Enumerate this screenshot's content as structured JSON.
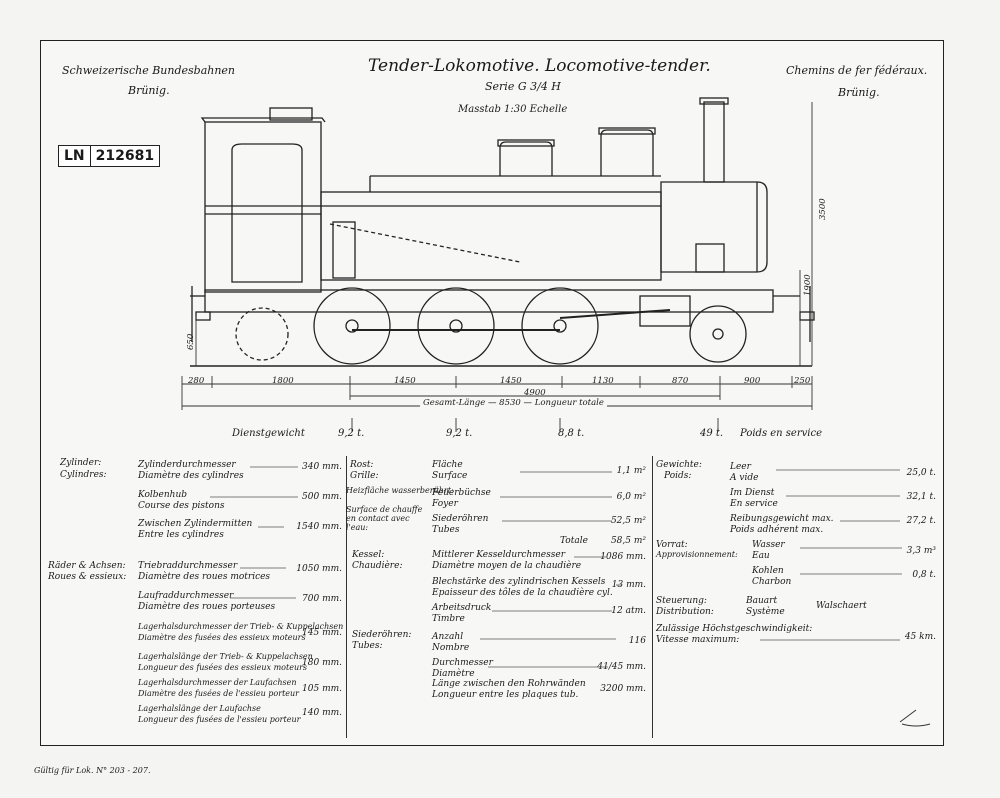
{
  "header": {
    "left_line1": "Schweizerische Bundesbahnen",
    "left_line2": "Brünig.",
    "title": "Tender-Lokomotive. Locomotive-tender.",
    "serie": "Serie G 3/4 H",
    "scale": "Masstab 1:30 Echelle",
    "right_line1": "Chemins de fer fédéraux.",
    "right_line2": "Brünig."
  },
  "stamp": {
    "prefix": "LN",
    "number": "212681"
  },
  "dimensions": {
    "vertical_3500": "3500",
    "vertical_1900": "1900",
    "vertical_650": "650",
    "bottom_segments": [
      "280",
      "1800",
      "1450",
      "1450",
      "1130",
      "870",
      "900",
      "250"
    ],
    "sum_4900": "4900",
    "total_length": "Gesamt-Länge — 8530 — Longueur totale"
  },
  "weights_row": {
    "left_label": "Dienstgewicht",
    "right_label": "Poids en service",
    "values": [
      "9,2 t.",
      "9,2 t.",
      "8,8 t.",
      "49 t."
    ]
  },
  "col1": {
    "cyl_head_de": "Zylinder:",
    "cyl_head_fr": "Cylindres:",
    "rows": [
      {
        "de": "Zylinderdurchmesser",
        "fr": "Diamètre des cylindres",
        "value": "340 mm."
      },
      {
        "de": "Kolbenhub",
        "fr": "Course des pistons",
        "value": "500 mm."
      },
      {
        "de": "Zwischen Zylindermitten",
        "fr": "Entre les cylindres",
        "value": "1540 mm."
      }
    ],
    "wheel_head_de": "Räder & Achsen:",
    "wheel_head_fr": "Roues & essieux:",
    "wheel_rows": [
      {
        "de": "Triebraddurchmesser",
        "fr": "Diamètre des roues motrices",
        "value": "1050 mm."
      },
      {
        "de": "Laufraddurchmesser",
        "fr": "Diamètre des roues porteuses",
        "value": "700 mm."
      },
      {
        "de": "Lagerhalsdurchmesser der Trieb- & Kuppelachsen",
        "fr": "Diamètre des fusées des essieux moteurs",
        "value": "145 mm."
      },
      {
        "de": "Lagerhalslänge der Trieb- & Kuppelachsen",
        "fr": "Longueur des fusées des essieux moteurs",
        "value": "180 mm."
      },
      {
        "de": "Lagerhalsdurchmesser der Laufachsen",
        "fr": "Diamètre des fusées de l'essieu porteur",
        "value": "105 mm."
      },
      {
        "de": "Lagerhalslänge der Laufachse",
        "fr": "Longueur des fusées de l'essieu porteur",
        "value": "140 mm."
      }
    ]
  },
  "col2": {
    "rost_de": "Rost:",
    "rost_fr": "Grille:",
    "rost_rows": [
      {
        "de": "Fläche",
        "fr": "Surface",
        "value": "1,1 m²"
      }
    ],
    "heiz_de": "Heizfläche wasserberührt:",
    "heiz_fr": "Surface de chauffe en contact avec l'eau:",
    "heiz_rows": [
      {
        "de": "Feuerbüchse",
        "fr": "Foyer",
        "value": "6,0 m²"
      },
      {
        "de": "Siederöhren",
        "fr": "Tubes",
        "value": "52,5 m²"
      },
      {
        "de": "",
        "fr": "Totale",
        "value": "58,5 m²"
      }
    ],
    "kessel_de": "Kessel:",
    "kessel_fr": "Chaudière:",
    "kessel_rows": [
      {
        "de": "Mittlerer Kesseldurchmesser",
        "fr": "Diamètre moyen de la chaudière",
        "value": "1086 mm."
      },
      {
        "de": "Blechstärke des zylindrischen Kessels",
        "fr": "Epaisseur des tôles de la chaudière cyl.",
        "value": "13 mm."
      },
      {
        "de": "Arbeitsdruck",
        "fr": "Timbre",
        "value": "12 atm."
      }
    ],
    "sieder_de": "Siederöhren:",
    "sieder_fr": "Tubes:",
    "sieder_rows": [
      {
        "de": "Anzahl",
        "fr": "Nombre",
        "value": "116"
      },
      {
        "de": "Durchmesser",
        "fr": "Diamètre",
        "value": "41/45 mm."
      },
      {
        "de": "Länge zwischen den Rohrwänden",
        "fr": "Longueur entre les plaques tub.",
        "value": "3200 mm."
      }
    ]
  },
  "col3": {
    "gew_de": "Gewichte:",
    "gew_fr": "Poids:",
    "gew_rows": [
      {
        "de": "Leer",
        "fr": "A vide",
        "value": "25,0 t."
      },
      {
        "de": "Im Dienst",
        "fr": "En service",
        "value": "32,1 t."
      },
      {
        "de": "Reibungsgewicht max.",
        "fr": "Poids adhérent max.",
        "value": "27,2 t."
      }
    ],
    "vorrat_de": "Vorrat:",
    "vorrat_fr": "Approvisionnement:",
    "vorrat_rows": [
      {
        "de": "Wasser",
        "fr": "Eau",
        "value": "3,3 m³"
      },
      {
        "de": "Kohlen",
        "fr": "Charbon",
        "value": "0,8 t."
      }
    ],
    "steuer_de": "Steuerung:",
    "steuer_fr": "Distribution:",
    "steuer_bauart": "Bauart",
    "steuer_system": "Système",
    "steuer_value": "Walschaert",
    "speed_de": "Zulässige Höchstgeschwindigkeit:",
    "speed_fr": "Vitesse maximum:",
    "speed_value": "45 km."
  },
  "footer": {
    "text": "Gültig für Lok. N° 203 - 207."
  }
}
